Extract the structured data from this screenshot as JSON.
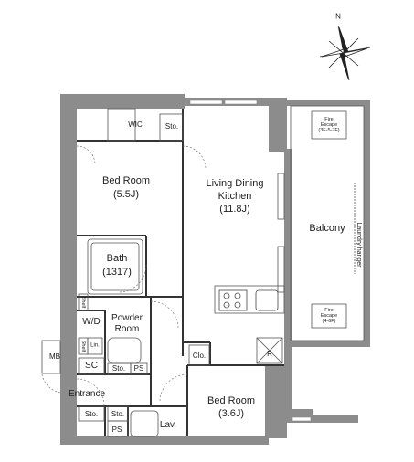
{
  "compass": {
    "north": "N"
  },
  "rooms": {
    "wic": "WIC",
    "sto_top": "Sto.",
    "bedroom1_name": "Bed Room",
    "bedroom1_size": "(5.5J)",
    "ldk_name1": "Living Dining",
    "ldk_name2": "Kitchen",
    "ldk_size": "(11.8J)",
    "balcony": "Balcony",
    "laundry": "Laundry hanger",
    "bath_name": "Bath",
    "bath_size": "(1317)",
    "shelf1": "Shelf",
    "shelf2": "Shelf",
    "wd": "W/D",
    "powder1": "Powder",
    "powder2": "Room",
    "lin": "Lin.",
    "mb": "MB",
    "sc": "SC",
    "sto_mid": "Sto.",
    "ps1": "PS",
    "clo": "Clo.",
    "r": "R",
    "entrance": "Entrance",
    "bedroom2_name": "Bed Room",
    "bedroom2_size": "(3.6J)",
    "sto_b1": "Sto.",
    "sto_b2": "Sto.",
    "ps2": "PS",
    "lav": "Lav."
  },
  "fire_escape_top": {
    "line1": "Fire",
    "line2": "Escape",
    "line3": "(3F-5-7F)"
  },
  "fire_escape_bottom": {
    "line1": "Fire",
    "line2": "Escape",
    "line3": "(4-6F)"
  }
}
